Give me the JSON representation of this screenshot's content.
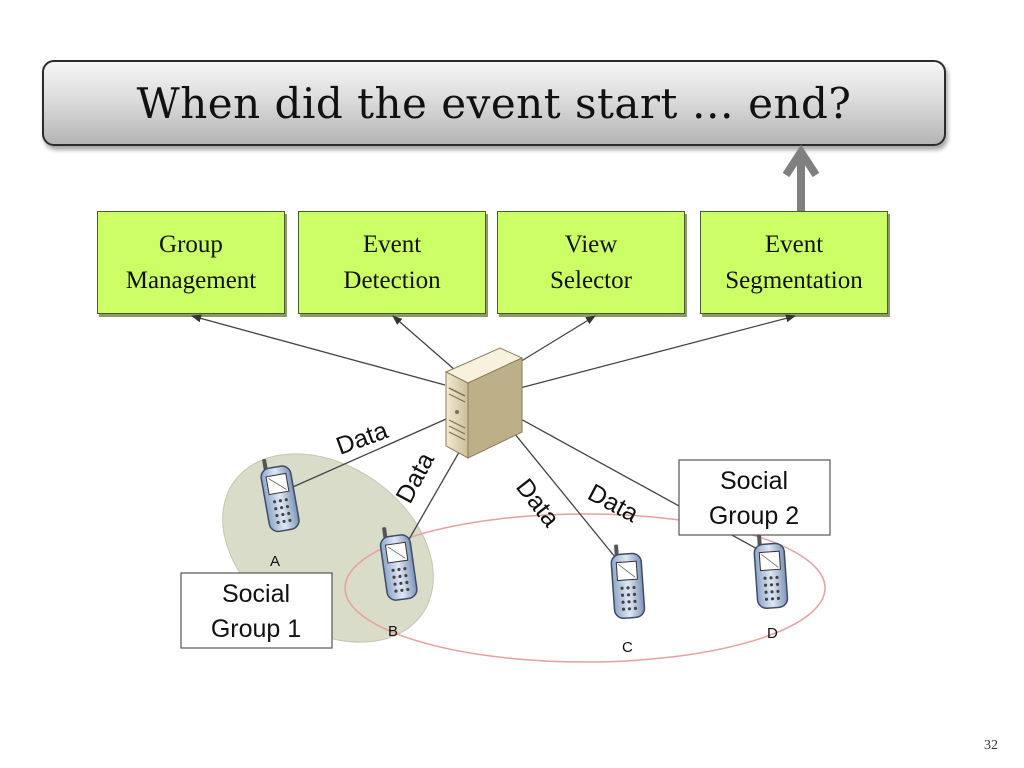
{
  "slide": {
    "title": "When did the event start … end?",
    "page_number": "32"
  },
  "modules": [
    {
      "line1": "Group",
      "line2": "Management"
    },
    {
      "line1": "Event",
      "line2": "Detection"
    },
    {
      "line1": "View",
      "line2": "Selector"
    },
    {
      "line1": "Event",
      "line2": "Segmentation"
    }
  ],
  "data_labels": [
    "Data",
    "Data",
    "Data",
    "Data"
  ],
  "phones": [
    "A",
    "B",
    "C",
    "D"
  ],
  "groups": [
    {
      "line1": "Social",
      "line2": "Group 1"
    },
    {
      "line1": "Social",
      "line2": "Group 2"
    }
  ],
  "colors": {
    "module_fill": "#ccff66",
    "group1_fill": "#d8dcc8",
    "group2_outline": "#e6a0a0",
    "arrow": "#808080"
  }
}
